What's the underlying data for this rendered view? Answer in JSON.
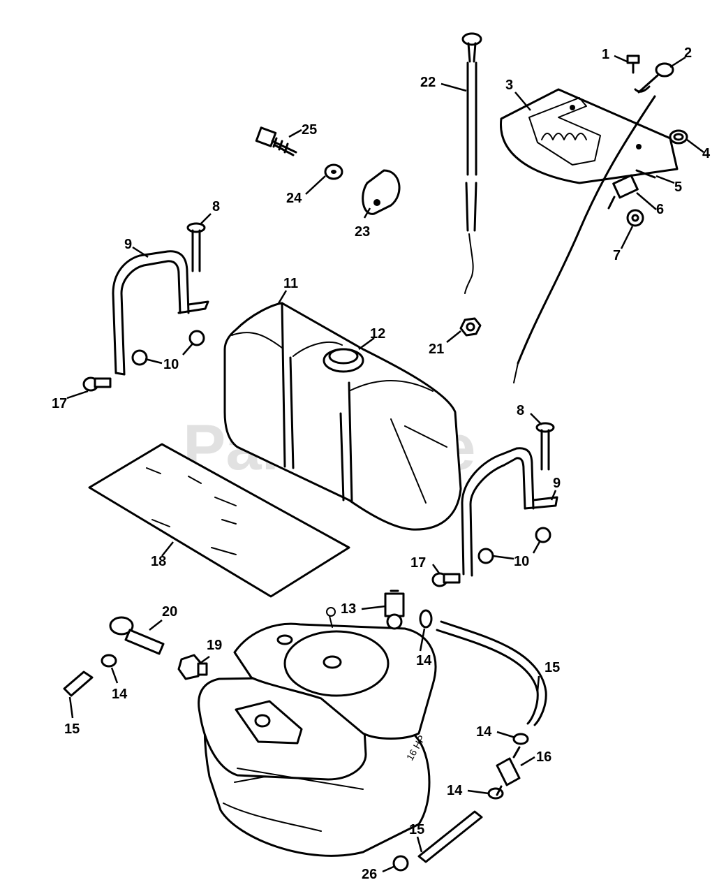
{
  "watermark": {
    "text": "PartsTree"
  },
  "callouts": [
    {
      "id": "c1",
      "text": "1"
    },
    {
      "id": "c2",
      "text": "2"
    },
    {
      "id": "c3",
      "text": "3"
    },
    {
      "id": "c4",
      "text": "4"
    },
    {
      "id": "c5",
      "text": "5"
    },
    {
      "id": "c6",
      "text": "6"
    },
    {
      "id": "c7",
      "text": "7"
    },
    {
      "id": "c8a",
      "text": "8"
    },
    {
      "id": "c8b",
      "text": "8"
    },
    {
      "id": "c9a",
      "text": "9"
    },
    {
      "id": "c9b",
      "text": "9"
    },
    {
      "id": "c10a",
      "text": "10"
    },
    {
      "id": "c10b",
      "text": "10"
    },
    {
      "id": "c11",
      "text": "11"
    },
    {
      "id": "c12",
      "text": "12"
    },
    {
      "id": "c13",
      "text": "13"
    },
    {
      "id": "c14a",
      "text": "14"
    },
    {
      "id": "c14b",
      "text": "14"
    },
    {
      "id": "c14c",
      "text": "14"
    },
    {
      "id": "c14d",
      "text": "14"
    },
    {
      "id": "c15a",
      "text": "15"
    },
    {
      "id": "c15b",
      "text": "15"
    },
    {
      "id": "c15c",
      "text": "15"
    },
    {
      "id": "c16",
      "text": "16"
    },
    {
      "id": "c17a",
      "text": "17"
    },
    {
      "id": "c17b",
      "text": "17"
    },
    {
      "id": "c18",
      "text": "18"
    },
    {
      "id": "c19",
      "text": "19"
    },
    {
      "id": "c20",
      "text": "20"
    },
    {
      "id": "c21",
      "text": "21"
    },
    {
      "id": "c22",
      "text": "22"
    },
    {
      "id": "c23",
      "text": "23"
    },
    {
      "id": "c24",
      "text": "24"
    },
    {
      "id": "c25",
      "text": "25"
    },
    {
      "id": "c26",
      "text": "26"
    }
  ],
  "engine_marking": "16 HP"
}
